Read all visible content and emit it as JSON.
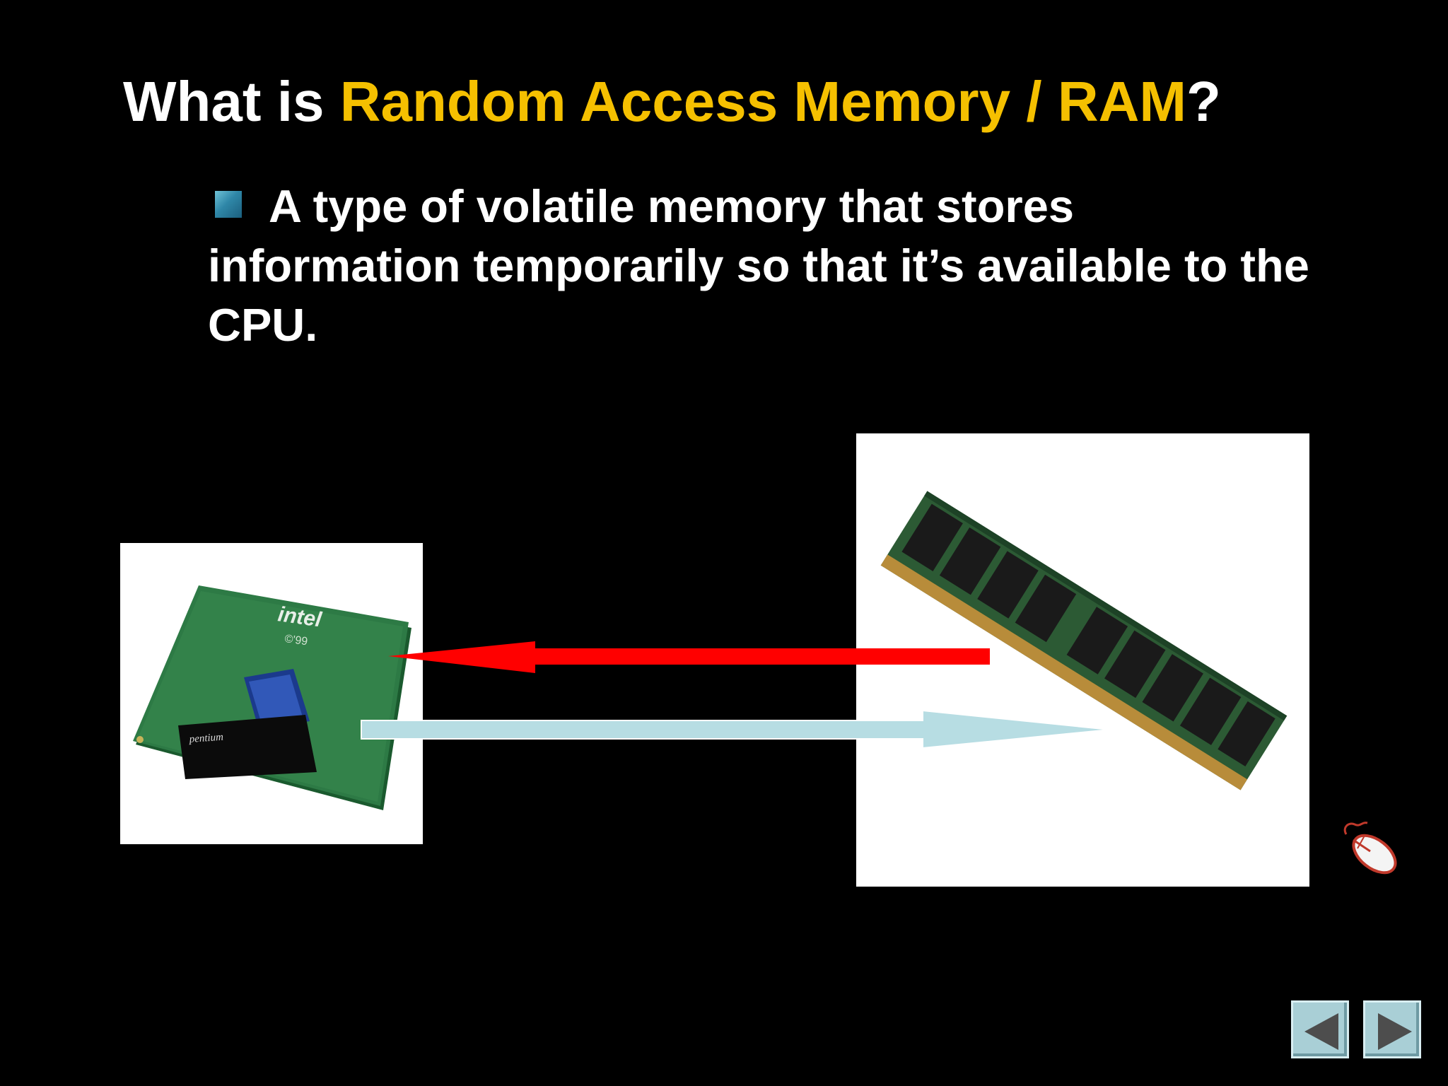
{
  "slide": {
    "title_prefix": "What is ",
    "title_highlight": "Random Access Memory / RAM",
    "title_suffix": "?",
    "bullet_text": "A type of volatile memory that stores information temporarily so that it’s available to the CPU.",
    "cpu_chip_brand": "intel",
    "cpu_chip_year": "©'99",
    "cpu_chip_model": "pentium"
  },
  "icons": {
    "bullet": "square-bullet-icon",
    "mouse": "mouse-click-icon",
    "previous": "previous-triangle-icon",
    "next": "next-triangle-icon",
    "arrow_to_cpu": "arrow-left-icon",
    "arrow_to_ram": "arrow-right-icon"
  },
  "colors": {
    "background": "#000000",
    "title": "#ffffff",
    "highlight": "#f5c000",
    "arrow_to_cpu": "#ff0000",
    "arrow_to_ram": "#b7dde3",
    "nav_button": "#a9cfd6"
  }
}
